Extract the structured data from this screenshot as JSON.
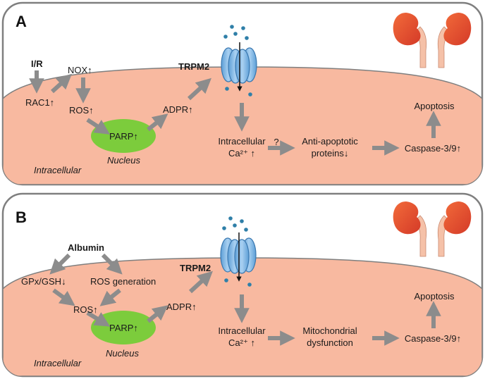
{
  "panels": [
    {
      "letter": "A",
      "trigger": "I/R",
      "rac": "RAC1↑",
      "nox": "NOX↑",
      "ros": "ROS↑",
      "parp": "PARP↑",
      "nucleus": "Nucleus",
      "adpr": "ADPR↑",
      "trpm2": "TRPM2",
      "ca_line1": "Intracellular",
      "ca_line2": "Ca²⁺ ↑",
      "question": "?",
      "mid_line1": "Anti-apoptotic",
      "mid_line2": "proteins↓",
      "caspase": "Caspase-3/9↑",
      "apoptosis": "Apoptosis",
      "region": "Intracellular"
    },
    {
      "letter": "B",
      "trigger": "Albumin",
      "gpx": "GPx/GSH↓",
      "rosgen": "ROS generation",
      "ros": "ROS↑",
      "parp": "PARP↑",
      "nucleus": "Nucleus",
      "adpr": "ADPR↑",
      "trpm2": "TRPM2",
      "ca_line1": "Intracellular",
      "ca_line2": "Ca²⁺ ↑",
      "mid_line1": "Mitochondrial",
      "mid_line2": "dysfunction",
      "caspase": "Caspase-3/9↑",
      "apoptosis": "Apoptosis",
      "region": "Intracellular"
    }
  ],
  "colors": {
    "cell": "#f8b9a0",
    "panel_border": "#7f7f7f",
    "arrow": "#8c8c8c",
    "nucleus": "#7ccc3c",
    "channel": "#7fb6e6",
    "ion": "#2f7fa8",
    "kidney": "#e0452f"
  },
  "icons": [
    "kidney-icon",
    "ion-channel-icon"
  ]
}
